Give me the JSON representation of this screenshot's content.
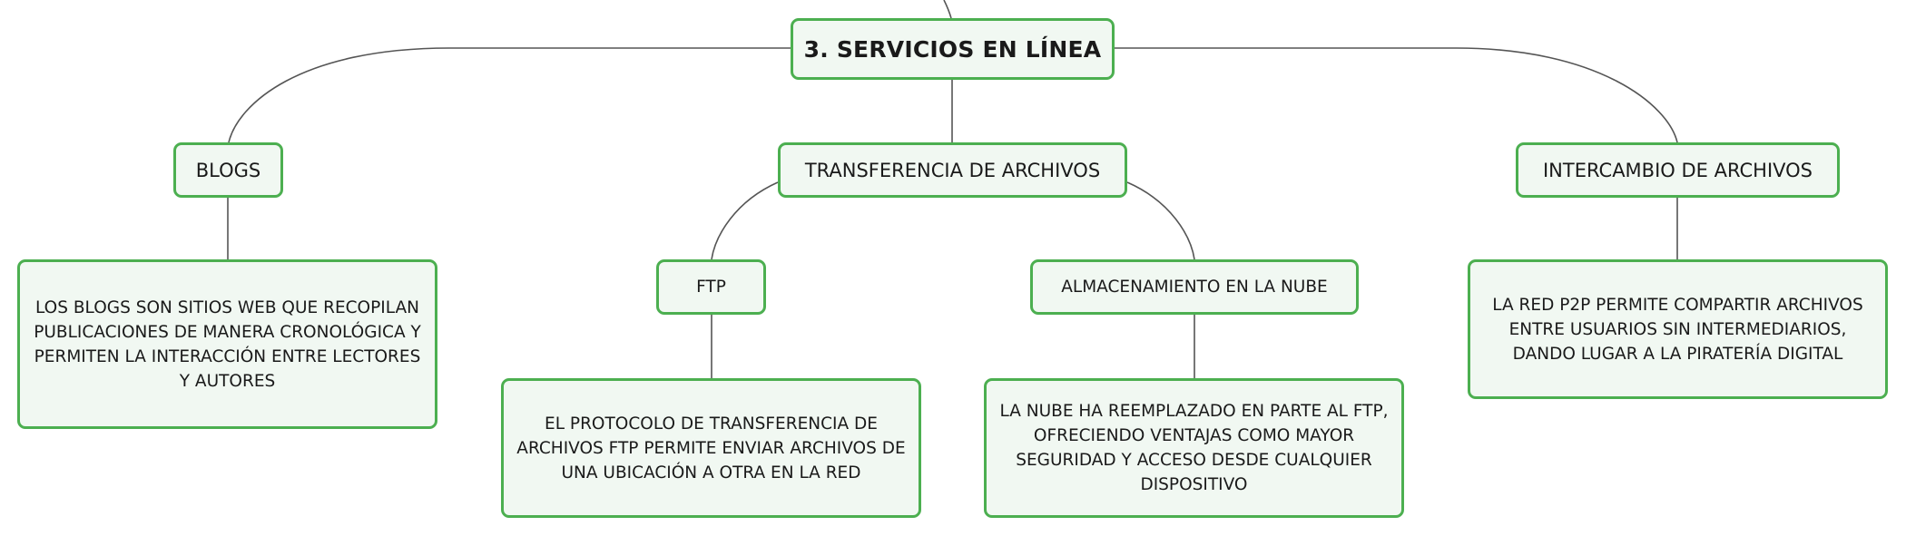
{
  "root": {
    "label": "3. SERVICIOS EN LÍNEA"
  },
  "topics": {
    "blogs": {
      "label": "BLOGS",
      "description": "LOS BLOGS SON SITIOS WEB QUE RECOPILAN PUBLICACIONES DE MANERA CRONOLÓGICA Y PERMITEN LA INTERACCIÓN ENTRE LECTORES Y AUTORES"
    },
    "transferencia": {
      "label": "TRANSFERENCIA DE ARCHIVOS",
      "ftp": {
        "label": "FTP",
        "description": "EL PROTOCOLO DE TRANSFERENCIA DE ARCHIVOS FTP PERMITE ENVIAR ARCHIVOS DE UNA UBICACIÓN A OTRA EN LA RED"
      },
      "nube": {
        "label": "ALMACENAMIENTO EN LA NUBE",
        "description": "LA NUBE HA REEMPLAZADO EN PARTE AL FTP, OFRECIENDO VENTAJAS COMO MAYOR SEGURIDAD Y ACCESO DESDE CUALQUIER DISPOSITIVO"
      }
    },
    "intercambio": {
      "label": "INTERCAMBIO DE ARCHIVOS",
      "description": "LA RED P2P PERMITE COMPARTIR ARCHIVOS ENTRE USUARIOS SIN INTERMEDIARIOS, DANDO LUGAR A LA PIRATERÍA DIGITAL"
    }
  },
  "colors": {
    "node_border": "#4caf50",
    "node_fill": "#f1f8f2",
    "connector": "#555555",
    "text": "#1a1a1a"
  }
}
